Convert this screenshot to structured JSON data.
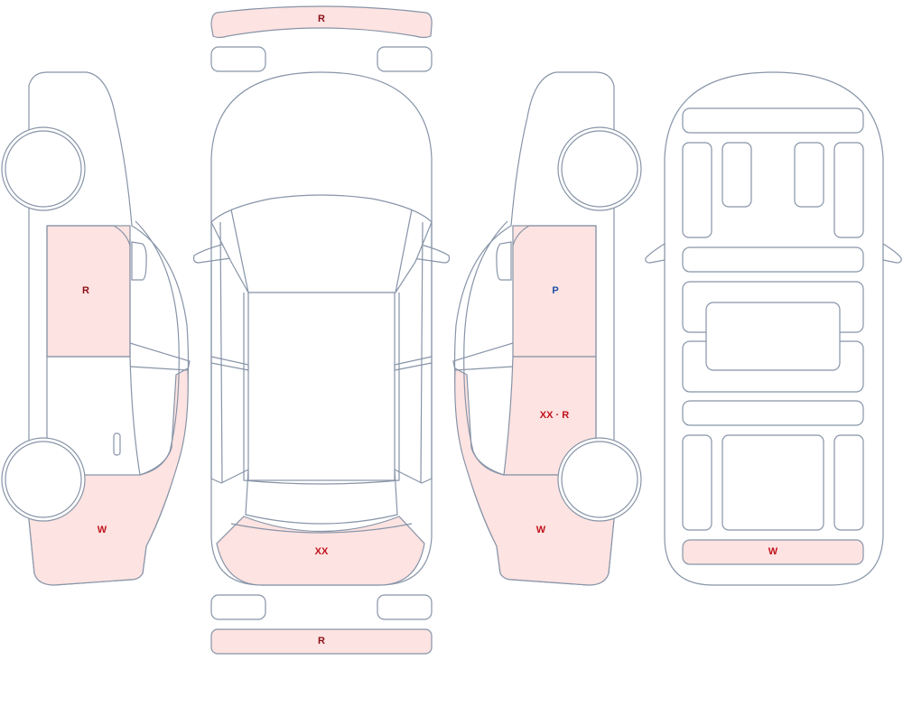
{
  "colors": {
    "outline": "#8794a8",
    "damage_fill": "#fde3e1",
    "label_red": "#c0121c",
    "label_dark_red": "#8a1018",
    "label_blue": "#1e4fa8"
  },
  "labels": {
    "front_bumper": "R",
    "left_front_door": "R",
    "left_rear_quarter": "W",
    "rear_window": "XX",
    "rear_bumper": "R",
    "right_front_door": "P",
    "right_rear_door": "XX · R",
    "right_rear_quarter": "W",
    "underbody_rear": "W"
  }
}
